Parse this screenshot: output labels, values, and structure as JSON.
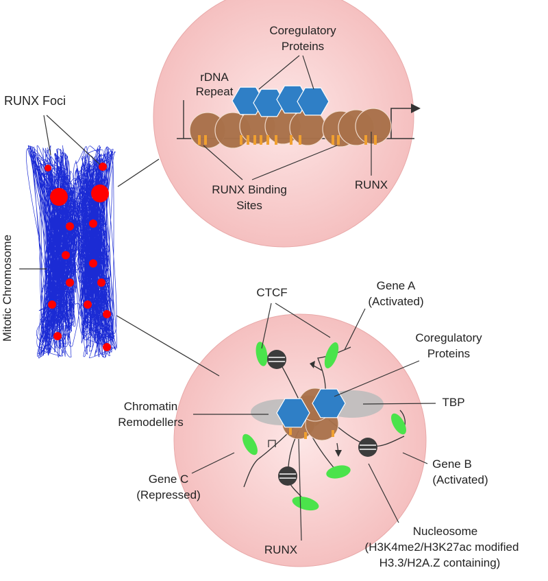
{
  "labels": {
    "runx_foci": "RUNX Foci",
    "mitotic_chromosome": "Mitotic Chromosome",
    "rdna_repeat": [
      "rDNA",
      "Repeat"
    ],
    "coregulatory_proteins_top": [
      "Coregulatory",
      "Proteins"
    ],
    "runx_binding_sites": [
      "RUNX Binding",
      "Sites"
    ],
    "runx_top": "RUNX",
    "ctcf": "CTCF",
    "gene_a": [
      "Gene A",
      "(Activated)"
    ],
    "coregulatory_proteins_bottom": [
      "Coregulatory",
      "Proteins"
    ],
    "tbp": "TBP",
    "chromatin_remodellers": [
      "Chromatin",
      "Remodellers"
    ],
    "gene_b": [
      "Gene B",
      "(Activated)"
    ],
    "gene_c": [
      "Gene C",
      "(Repressed)"
    ],
    "runx_bottom": "RUNX",
    "nucleosome": [
      "Nucleosome",
      "(H3K4me2/H3K27ac modified",
      "H3.3/H2A.Z containing)"
    ]
  },
  "colors": {
    "inset_fill": "#f6c7c7",
    "chromatin_fiber": "#1b2bd4",
    "runx_focus": "#ff0000",
    "runx_protein": "#a9714a",
    "coregulatory_protein": "#2f7fc6",
    "binding_site": "#f0a030",
    "ctcf": "#4be34b",
    "nucleosome": "#3c3c3c",
    "remodeller": "#bdbdbd"
  }
}
